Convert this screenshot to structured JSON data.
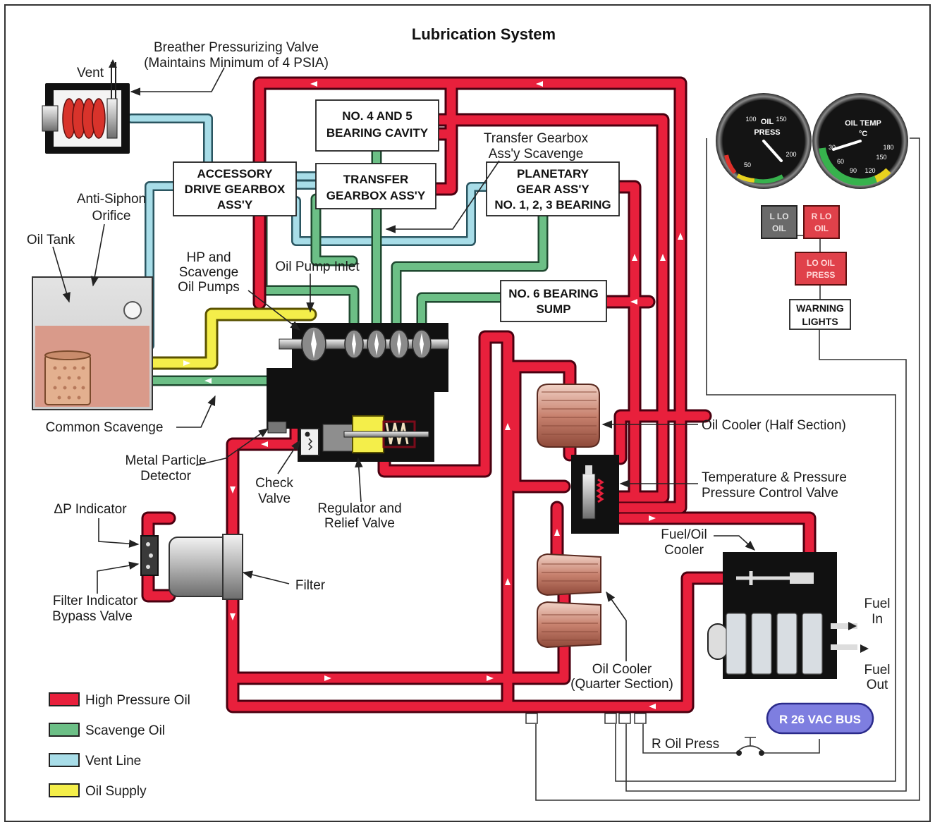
{
  "title": "Lubrication System",
  "component_boxes": {
    "accessory_drive": [
      "ACCESSORY",
      "DRIVE GEARBOX",
      "ASS'Y"
    ],
    "bearing_cavity": [
      "NO. 4 AND 5",
      "BEARING CAVITY"
    ],
    "transfer_gearbox": [
      "TRANSFER",
      "GEARBOX ASS'Y"
    ],
    "planetary_gear": [
      "PLANETARY",
      "GEAR ASS'Y",
      "NO. 1, 2, 3 BEARING"
    ],
    "no6_sump": [
      "NO. 6 BEARING",
      "SUMP"
    ],
    "warning_lights": [
      "WARNING",
      "LIGHTS"
    ]
  },
  "callouts": {
    "breather": [
      "Breather Pressurizing Valve",
      "(Maintains Minimum of 4 PSIA)"
    ],
    "vent": "Vent",
    "transfer_scavenge": [
      "Transfer Gearbox",
      "Ass'y Scavenge"
    ],
    "anti_siphon": [
      "Anti-Siphon",
      "Orifice"
    ],
    "oil_tank": "Oil Tank",
    "hp_pumps": [
      "HP and",
      "Scavenge",
      "Oil Pumps"
    ],
    "pump_inlet": "Oil Pump Inlet",
    "common_scavenge": "Common Scavenge",
    "metal_detector": [
      "Metal Particle",
      "Detector"
    ],
    "check_valve": [
      "Check",
      "Valve"
    ],
    "regulator": [
      "Regulator and",
      "Relief Valve"
    ],
    "dp_indicator": "ΔP Indicator",
    "filter": "Filter",
    "filter_bypass": [
      "Filter Indicator",
      "Bypass Valve"
    ],
    "cooler_half": "Oil Cooler (Half Section)",
    "temp_valve": [
      "Temperature & Pressure",
      "Pressure  Control Valve"
    ],
    "fuel_oil_cooler": [
      "Fuel/Oil",
      "Cooler"
    ],
    "fuel_in": [
      "Fuel",
      "In"
    ],
    "fuel_out": [
      "Fuel",
      "Out"
    ],
    "cooler_quarter": [
      "Oil Cooler",
      "(Quarter Section)"
    ],
    "oil_press_switch": "R Oil Press",
    "bus": "R 26 VAC BUS"
  },
  "gauges": {
    "oil_press": {
      "title": [
        "OIL",
        "PRESS"
      ],
      "ticks": [
        "100",
        "150",
        "50",
        "200"
      ]
    },
    "oil_temp": {
      "title": [
        "OIL TEMP",
        "°C"
      ],
      "ticks": [
        "30",
        "60",
        "90",
        "120",
        "150",
        "180"
      ]
    }
  },
  "annunciators": {
    "l_lo_oil": [
      "L LO",
      "OIL"
    ],
    "r_lo_oil": [
      "R LO",
      "OIL"
    ],
    "lo_oil_press": [
      "LO OIL",
      "PRESS"
    ]
  },
  "legend": [
    {
      "label": "High Pressure Oil",
      "color": "#e8203c"
    },
    {
      "label": "Scavenge Oil",
      "color": "#6cbf86"
    },
    {
      "label": "Vent Line",
      "color": "#a8dde8"
    },
    {
      "label": "Oil Supply",
      "color": "#f4ee4a"
    }
  ]
}
